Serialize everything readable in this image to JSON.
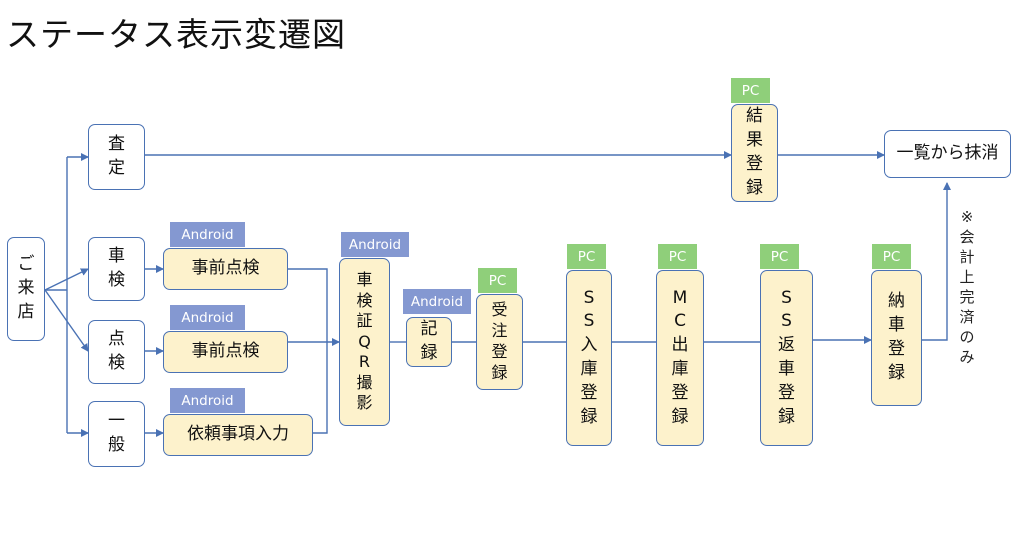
{
  "title": "ステータス表示変遷図",
  "line_color": "#4a72b4",
  "node_fill_yellow": "#fdf2cc",
  "tag_colors": {
    "android": "#8498d1",
    "pc": "#8fcf7a"
  },
  "nodes": {
    "visit": "ご\n来\n店",
    "assessment": "査\n定",
    "vehicle_inspection": "車\n検",
    "inspection": "点\n検",
    "general": "一\n般",
    "pre_inspection_1": "事前点検",
    "pre_inspection_2": "事前点検",
    "request_input": "依頼事項入力",
    "qr_photo": "車\n検\n証\nQ\nR\n撮\n影",
    "record": "記\n録",
    "order_registration": "受\n注\n登\n録",
    "ss_inbound": "S\nS\n入\n庫\n登\n録",
    "mc_outbound": "M\nC\n出\n庫\n登\n録",
    "ss_return": "S\nS\n返\n車\n登\n録",
    "delivery_registration": "納\n車\n登\n録",
    "result_registration": "結\n果\n登\n録",
    "list_removal": "一覧から抹消"
  },
  "tags": {
    "android": "Android",
    "pc": "PC"
  },
  "note": "※\n会\n計\n上\n完\n済\nの\nみ"
}
